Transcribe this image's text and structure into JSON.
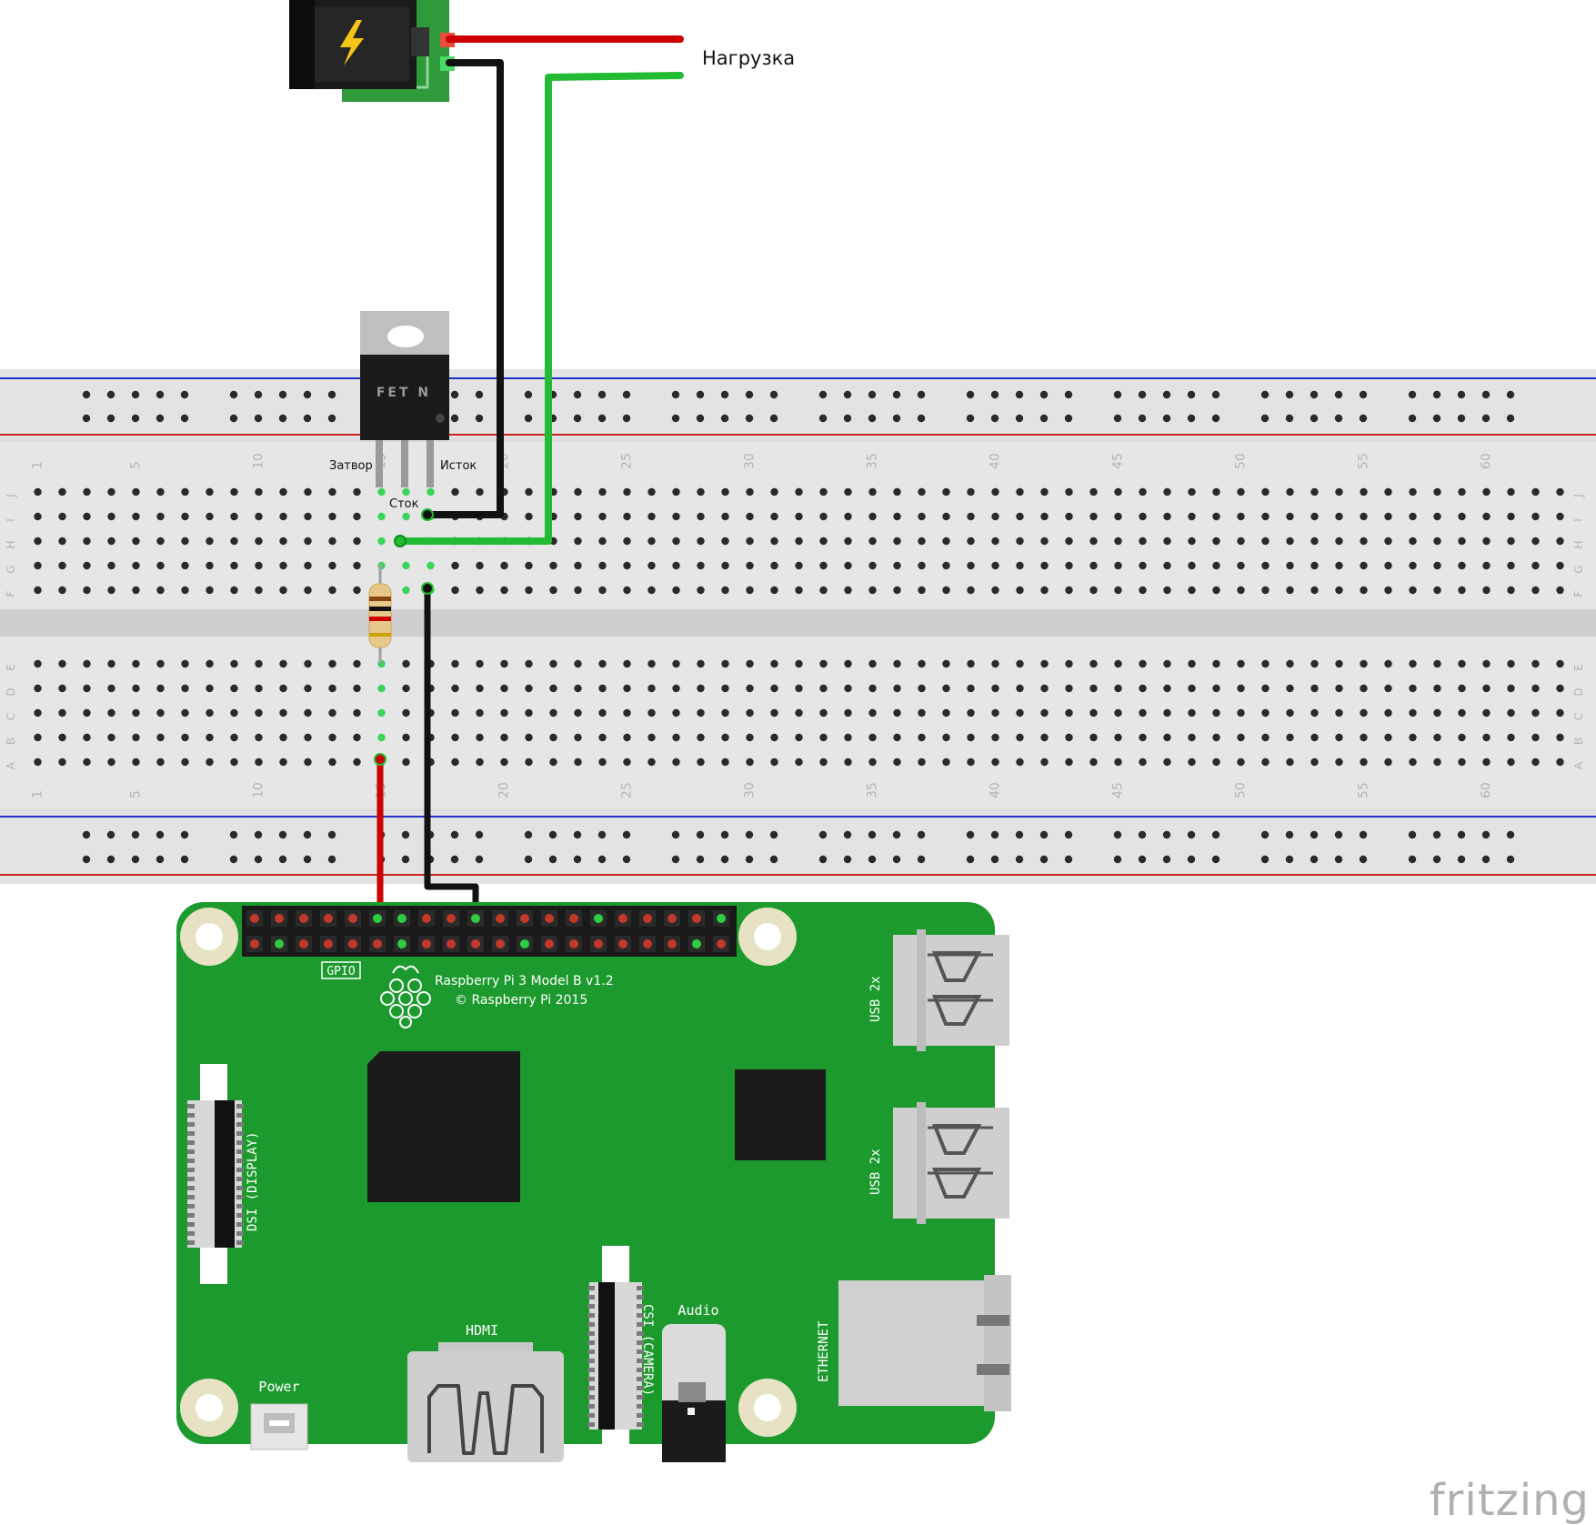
{
  "labels": {
    "load": "Нагрузка",
    "gate": "Затвор",
    "drain": "Сток",
    "source": "Исток",
    "fet": "FET N"
  },
  "pi": {
    "model": "Raspberry Pi 3 Model B v1.2",
    "copyright": "© Raspberry Pi 2015",
    "gpio": "GPIO",
    "usb": "USB 2x",
    "dsi": "DSI (DISPLAY)",
    "csi": "CSI (CAMERA)",
    "hdmi": "HDMI",
    "audio": "Audio",
    "power": "Power",
    "ethernet": "ETHERNET"
  },
  "breadboard": {
    "rows_top": [
      "J",
      "I",
      "H",
      "G",
      "F"
    ],
    "rows_bottom": [
      "E",
      "D",
      "C",
      "B",
      "A"
    ],
    "column_numbers": [
      "1",
      "5",
      "10",
      "15",
      "20",
      "25",
      "30",
      "35",
      "40",
      "45",
      "50",
      "55",
      "60"
    ]
  },
  "brand": "fritzing",
  "colors": {
    "wire_red": "#cc0000",
    "wire_black": "#111111",
    "wire_green": "#22bb33",
    "pi_board": "#1d9a2e",
    "breadboard": "#dcdcdc"
  }
}
